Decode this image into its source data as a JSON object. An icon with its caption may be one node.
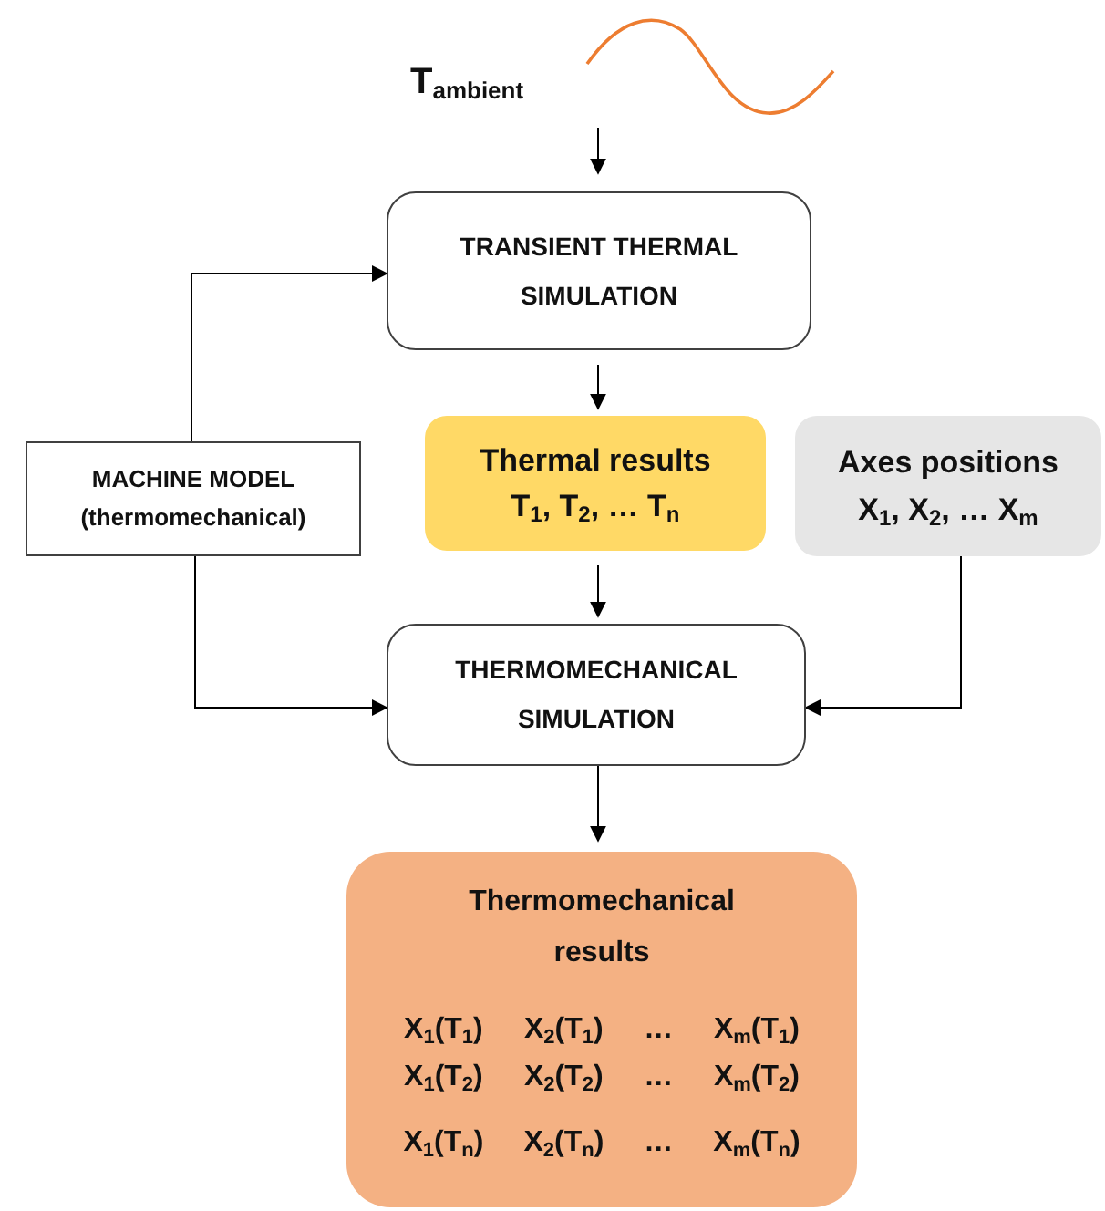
{
  "diagram": {
    "nodes": [
      {
        "text": [
          "T$_{ambient}$"
        ]
      },
      {
        "text": [
          "TRANSIENT THERMAL SIMULATION"
        ]
      },
      {
        "text": [
          "MACHINE MODEL (thermomechanical)"
        ]
      },
      {
        "text": [
          "Thermal results",
          "T$_{1}$, T$_{2}$, … T$_{n}$"
        ]
      },
      {
        "text": [
          "Axes positions",
          "X$_{1}$, X$_{2}$, … X$_{m}$"
        ]
      },
      {
        "text": [
          "THERMOMECHANICAL SIMULATION"
        ]
      },
      {
        "text": [
          "Thermomechanical results",
          "X$_{1}$(T$_{1}$)",
          "X$_{2}$(T$_{1}$)",
          "…",
          "X$_{m}$(T$_{1}$)",
          "X$_{1}$(T$_{2}$)",
          "X$_{2}$(T$_{2}$)",
          "…",
          "X$_{m}$(T$_{2}$)",
          "X$_{1}$(T$_{n}$)",
          "X$_{2}$(T$_{n}$)",
          "…",
          "X$_{m}$(T$_{n}$)"
        ]
      }
    ],
    "edges": [
      {
        "from": 0,
        "to": 1,
        "arrow": "to"
      },
      {
        "from": 2,
        "to": 1,
        "arrow": "to"
      },
      {
        "from": 1,
        "to": 3,
        "arrow": "to"
      },
      {
        "from": 3,
        "to": 5,
        "arrow": "to"
      },
      {
        "from": 2,
        "to": 5,
        "arrow": "to"
      },
      {
        "from": 4,
        "to": 5,
        "arrow": "to"
      },
      {
        "from": 5,
        "to": 6,
        "arrow": "to"
      }
    ]
  }
}
